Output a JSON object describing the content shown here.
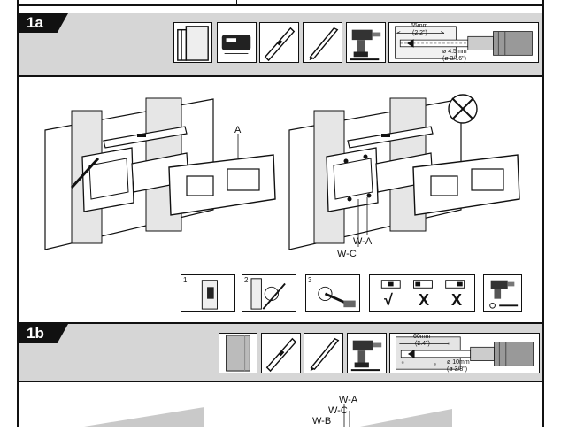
{
  "sections": [
    {
      "id": "1a",
      "tab_label": "1a"
    },
    {
      "id": "1b",
      "tab_label": "1b"
    }
  ],
  "drill_1a": {
    "depth": "55mm",
    "depth_in": "(2.2\")",
    "bit": "ø 4.5mm",
    "bit_in": "(ø 3/16\")"
  },
  "drill_1b": {
    "depth": "60mm",
    "depth_in": "(2.4\")",
    "bit": "ø 10mm",
    "bit_in": "(ø 3/8\")"
  },
  "callouts_1a": {
    "part_a": "A",
    "wa": "W-A",
    "wc": "W-C"
  },
  "steps": [
    "1",
    "2",
    "3"
  ],
  "level_marks": [
    "√",
    "X",
    "X"
  ],
  "callouts_1b": {
    "wa": "W-A",
    "wc": "W-C",
    "wb": "W-B"
  },
  "colors": {
    "header_bg": "#d6d6d6",
    "ink": "#111111",
    "wall": "#c9c9c9"
  }
}
